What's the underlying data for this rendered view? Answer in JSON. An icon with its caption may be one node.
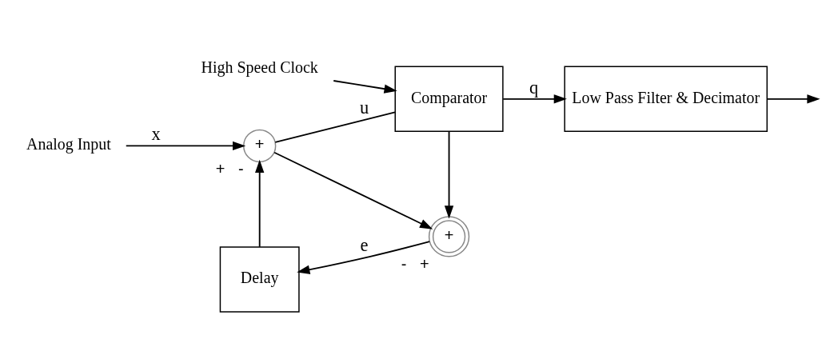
{
  "diagram": {
    "nodes": [
      {
        "text": [
          "Analog Input"
        ]
      },
      {
        "text": [
          "+"
        ],
        "beside": [
          "+",
          "-"
        ]
      },
      {
        "text": [
          "High Speed Clock"
        ]
      },
      {
        "text": [
          "Comparator"
        ]
      },
      {
        "text": [
          "Low Pass Filter & Decimator"
        ]
      },
      {
        "text": [
          "+"
        ],
        "beside": [
          "-",
          "+"
        ]
      },
      {
        "text": [
          "Delay"
        ]
      }
    ],
    "edges": [
      {
        "from": 0,
        "to": 1,
        "arrow": "to",
        "label": "x"
      },
      {
        "from": 1,
        "to": 3,
        "arrow": "none",
        "label": "u"
      },
      {
        "from": 2,
        "to": 3,
        "arrow": "to"
      },
      {
        "from": 3,
        "to": 4,
        "arrow": "to",
        "label": "q"
      },
      {
        "from": 4,
        "to": null,
        "arrow": "to"
      },
      {
        "from": 1,
        "to": 5,
        "arrow": "to"
      },
      {
        "from": 3,
        "to": 5,
        "arrow": "to"
      },
      {
        "from": 5,
        "to": 6,
        "arrow": "to",
        "label": "e"
      },
      {
        "from": 6,
        "to": 1,
        "arrow": "to"
      }
    ]
  }
}
